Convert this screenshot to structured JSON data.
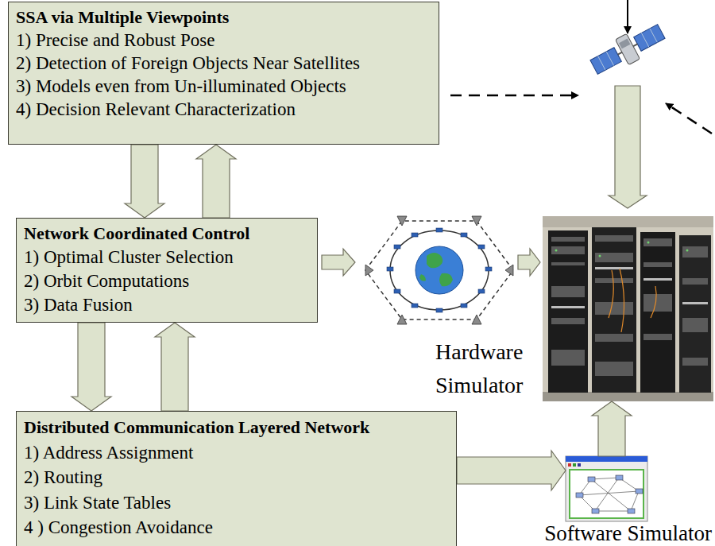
{
  "diagram": {
    "nodes": [
      {
        "text": [
          "SSA via Multiple Viewpoints",
          "1) Precise and Robust Pose",
          "2) Detection of Foreign Objects Near Satellites",
          "3) Models even from Un-illuminated Objects",
          "4) Decision Relevant Characterization"
        ]
      },
      {
        "text": [
          "Network Coordinated Control",
          "1) Optimal Cluster Selection",
          "2) Orbit Computations",
          "3) Data Fusion"
        ]
      },
      {
        "text": [
          "Hardware Simulator"
        ]
      },
      {
        "text": [
          "Distributed Communication Layered Network",
          "1) Address Assignment",
          "2) Routing",
          "3) Link State Tables",
          "4 ) Congestion Avoidance"
        ]
      },
      {
        "text": [
          "Software Simulator"
        ]
      }
    ],
    "edges": [
      {
        "from": 0,
        "to": 1,
        "arrow": "to"
      },
      {
        "from": 1,
        "to": 0,
        "arrow": "to"
      },
      {
        "from": 1,
        "to": 3,
        "arrow": "to"
      },
      {
        "from": 3,
        "to": 1,
        "arrow": "to"
      },
      {
        "from": 3,
        "to": 4,
        "arrow": "to"
      },
      {
        "from": 4,
        "to": 2,
        "arrow": "to"
      }
    ]
  }
}
